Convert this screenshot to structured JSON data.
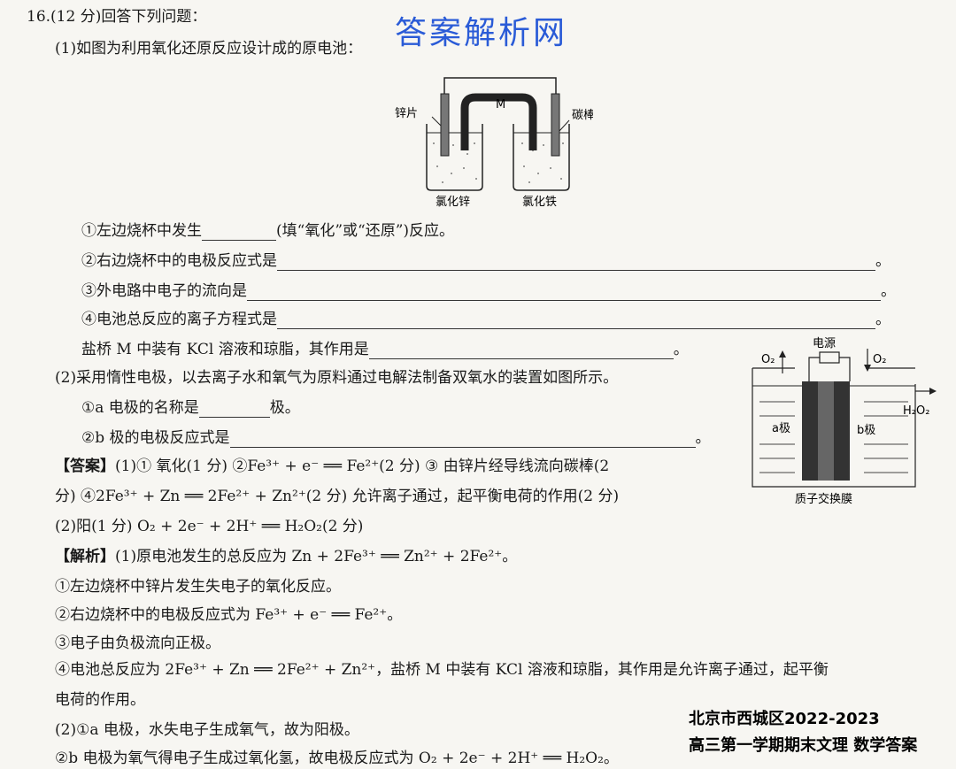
{
  "watermark": "答案解析网",
  "question": {
    "header": "16.(12 分)回答下列问题：",
    "p1_intro": "(1)如图为利用氧化还原反应设计成的原电池：",
    "figure1": {
      "left_electrode": "锌片",
      "bridge": "M",
      "right_electrode": "碳棒",
      "left_solution": "氯化锌",
      "right_solution": "氯化铁"
    },
    "q1_a": "①左边烧杯中发生",
    "q1_a_tail": "(填“氧化”或“还原”)反应。",
    "q1_b": "②右边烧杯中的电极反应式是",
    "q1_c": "③外电路中电子的流向是",
    "q1_d": "④电池总反应的离子方程式是",
    "q1_e": "盐桥 M 中装有 KCl 溶液和琼脂，其作用是",
    "end_mark": "。",
    "p2_intro": "(2)采用惰性电极，以去离子水和氧气为原料通过电解法制备双氧水的装置如图所示。",
    "q2_a": "①a 电极的名称是",
    "q2_a_tail": "极。",
    "q2_b": "②b 极的电极反应式是",
    "figure2": {
      "power": "电源",
      "o2_left": "O₂",
      "o2_right": "O₂",
      "h2o2": "H₂O₂",
      "a_pole": "a极",
      "b_pole": "b极",
      "membrane": "质子交换膜"
    }
  },
  "answer": {
    "label": "【答案】",
    "line1": "(1)① 氧化(1 分)  ②Fe³⁺ + e⁻ ══ Fe²⁺(2 分)  ③ 由锌片经导线流向碳棒(2",
    "line2": "分)  ④2Fe³⁺ + Zn ══ 2Fe²⁺ + Zn²⁺(2 分)  允许离子通过，起平衡电荷的作用(2 分)",
    "line3": "(2)阳(1 分)  O₂ + 2e⁻ + 2H⁺ ══ H₂O₂(2 分)"
  },
  "analysis": {
    "label": "【解析】",
    "line1": "(1)原电池发生的总反应为 Zn + 2Fe³⁺ ══ Zn²⁺ + 2Fe²⁺。",
    "line2": "①左边烧杯中锌片发生失电子的氧化反应。",
    "line3": "②右边烧杯中的电极反应式为 Fe³⁺ + e⁻ ══ Fe²⁺。",
    "line4": "③电子由负极流向正极。",
    "line5": "④电池总反应为 2Fe³⁺ + Zn ══ 2Fe²⁺ + Zn²⁺，盐桥 M 中装有 KCl 溶液和琼脂，其作用是允许离子通过，起平衡",
    "line6": "电荷的作用。",
    "line7": "(2)①a 电极，水失电子生成氧气，故为阳极。",
    "line8": "②b 电极为氧气得电子生成过氧化氢，故电极反应式为 O₂ + 2e⁻ + 2H⁺ ══ H₂O₂。"
  },
  "corner_text": {
    "line1": "北京市西城区2022-2023",
    "line2": "高三第一学期期末文理 数学答案"
  }
}
